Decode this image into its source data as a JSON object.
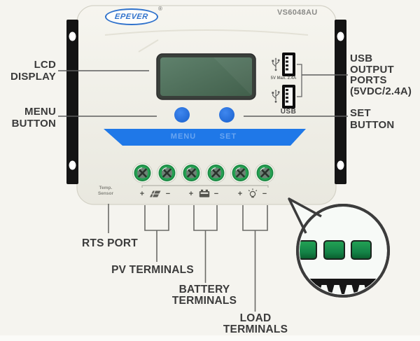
{
  "title": "EPEVER VS6048AU solar charge controller labeled diagram",
  "colors": {
    "background": "#f5f4ef",
    "device_body": "#f2f1ea",
    "bracket_black": "#141414",
    "accent_blue": "#1f78e8",
    "button_blue": "#2470e0",
    "menu_set_text_blue": "#69a5f1",
    "logo_blue": "#2f72cc",
    "lcd_screen_green": "#54755f",
    "terminal_green": "#23a151",
    "magnifier_slot_green": "#17904a",
    "label_text": "#3b3b3b",
    "line_gray": "#5d5d5d"
  },
  "device": {
    "brand": "EPEVER",
    "registered_mark": "®",
    "model": "VS6048AU",
    "menu_button_label": "MENU",
    "set_button_label": "SET",
    "usb_label": "USB",
    "usb_rating": "5V Max. 2.4A",
    "temp_sensor_label": "Temp.\nSensor"
  },
  "terminal_groups": [
    {
      "name": "pv",
      "plus": "+",
      "minus": "−"
    },
    {
      "name": "battery",
      "plus": "+",
      "minus": "−"
    },
    {
      "name": "load",
      "plus": "+",
      "minus": "−"
    }
  ],
  "callouts": {
    "lcd_display": "LCD\nDISPLAY",
    "menu_button": "MENU\nBUTTON",
    "usb_output_ports": "USB\nOUTPUT\nPORTS\n(5VDC/2.4A)",
    "set_button": "SET\nBUTTON",
    "rts_port": "RTS PORT",
    "pv_terminals": "PV TERMINALS",
    "battery_terminals": "BATTERY\nTERMINALS",
    "load_terminals": "LOAD\nTERMINALS"
  }
}
